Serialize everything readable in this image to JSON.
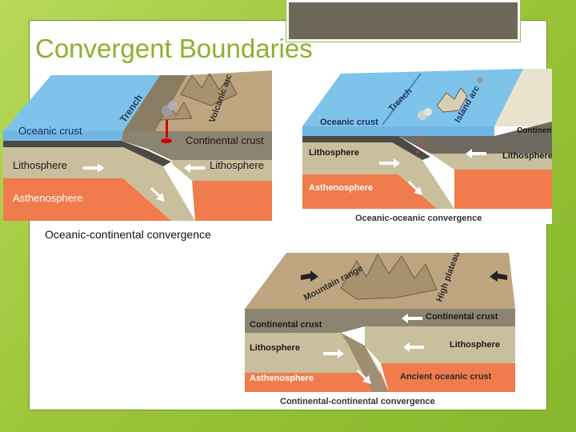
{
  "slide": {
    "title": "Convergent Boundaries",
    "caption": "Oceanic-continental convergence"
  },
  "diagram1": {
    "labels": {
      "trench": "Trench",
      "volcanic_arc": "Volcanic arc",
      "oceanic_crust": "Oceanic crust",
      "continental_crust": "Continental crust",
      "lithosphere_left": "Lithosphere",
      "lithosphere_right": "Lithosphere",
      "asthenosphere": "Asthenosphere"
    }
  },
  "diagram2": {
    "labels": {
      "trench": "Trench",
      "island_arc": "Island arc",
      "oceanic_crust": "Oceanic crust",
      "continental_crust": "Continental crust",
      "lithosphere_left": "Lithosphere",
      "lithosphere_right": "Lithosphere",
      "asthenosphere": "Asthenosphere"
    },
    "caption": "Oceanic-oceanic convergence"
  },
  "diagram3": {
    "labels": {
      "mountain_range": "Mountain range",
      "high_plateau": "High plateau",
      "continental_crust_left": "Continental crust",
      "continental_crust_right": "Continental crust",
      "lithosphere_left": "Lithosphere",
      "lithosphere_right": "Lithosphere",
      "asthenosphere": "Asthenosphere",
      "ancient_oceanic_crust": "Ancient oceanic crust"
    },
    "caption": "Continental-continental convergence"
  }
}
